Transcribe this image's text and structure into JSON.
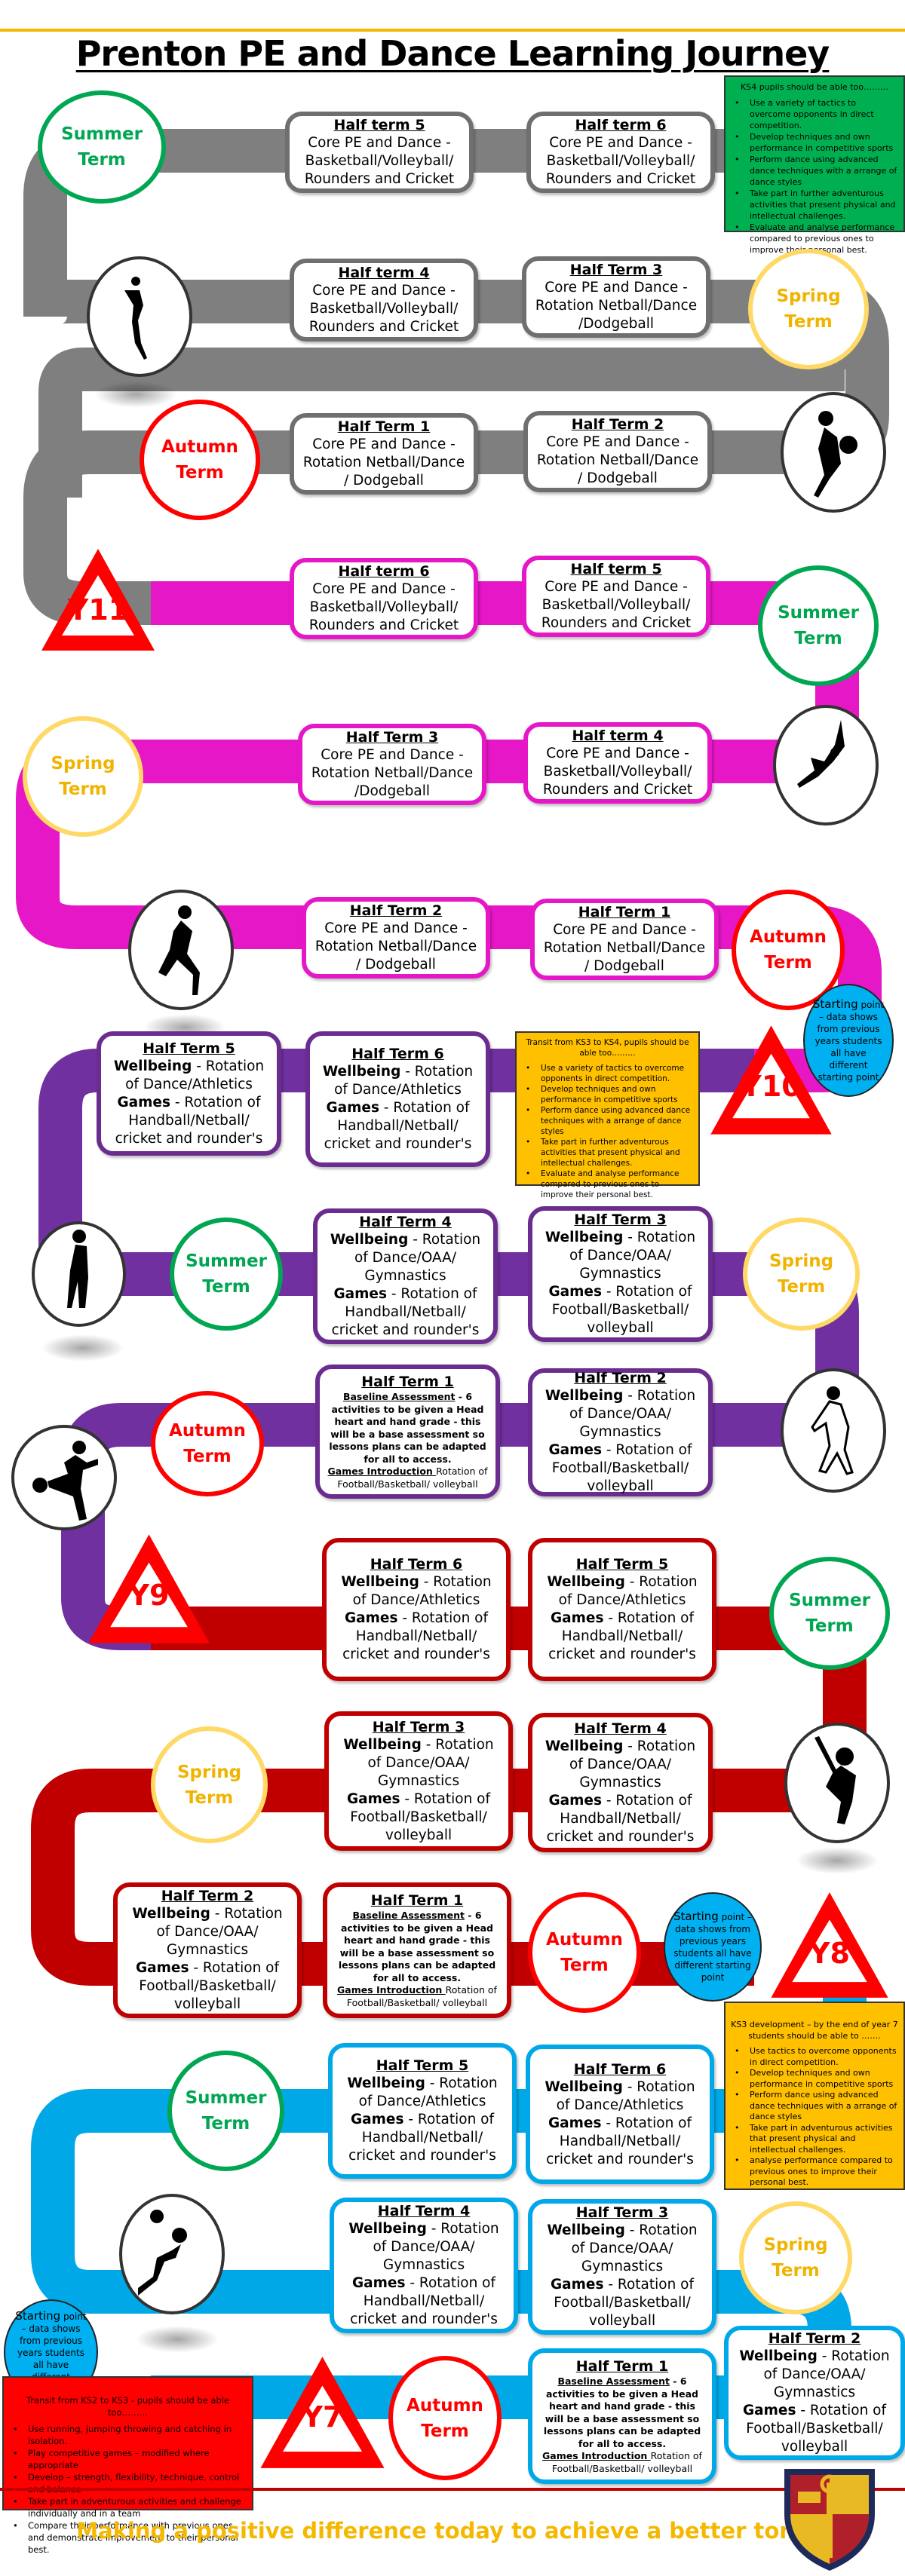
{
  "title": "Prenton PE and Dance Learning Journey",
  "motto": "Making a positive difference today to achieve a better tomorrow",
  "colors": {
    "accent_gold": "#f5b800",
    "y11_road": "#808080",
    "y10_upper_road": "#e617c6",
    "y10_lower_road": "#7030a0",
    "y9_road": "#6b2c8f",
    "y8_road": "#c00000",
    "y7_road": "#00a8e8",
    "summer": "#00a651",
    "spring": "#f0b400",
    "autumn": "#ff0000"
  },
  "terms": {
    "summer": "Summer Term",
    "spring": "Spring Term",
    "autumn": "Autumn Term"
  },
  "years": {
    "y11": "Y11",
    "y10": "Y10",
    "y9": "Y9",
    "y8": "Y8",
    "y7": "Y7"
  },
  "starting_point": {
    "lead": "Starting",
    "text": "point – data shows from previous years students all have different starting point"
  },
  "ks4_note": {
    "heading": "KS4 pupils should be able too………",
    "items": [
      "Use a variety of tactics to overcome opponents in direct competition.",
      "Develop techniques and own performance in competitive sports",
      "Perform dance using advanced dance techniques with a arrange of dance styles",
      "Take part in further adventurous activities that present physical and intellectual challenges.",
      "Evaluate and analyse performance compared to previous ones to improve their personal best."
    ]
  },
  "ks3_ks4_note": {
    "heading": "Transit from KS3 to KS4, pupils should be able too………",
    "items": [
      "Use a variety of tactics to overcome opponents in direct competition.",
      "Develop techniques and own performance in competitive sports",
      "Perform dance using advanced dance techniques with a arrange of dance styles",
      "Take part in further adventurous activities that present physical and intellectual challenges.",
      "Evaluate and analyse performance compared to previous ones to improve their personal best."
    ]
  },
  "ks3_note": {
    "heading": "KS3 development – by the end of year 7 students should be able to …….",
    "items": [
      "Use tactics to overcome opponents in direct competition.",
      "Develop techniques and own performance in competitive sports",
      "Perform dance using advanced dance techniques with a arrange of dance styles",
      "Take part in adventurous activities that present physical and intellectual challenges.",
      " analyse performance compared to previous ones to improve their personal best."
    ]
  },
  "ks2_ks3_note": {
    "heading": "Transit from KS2 to KS3 -  pupils should be able too………",
    "items": [
      "Use running, jumping throwing and catching in isolation.",
      "Play competitive games – modified where appropriate",
      "Develop – strength, flexibility, technique, control and balance",
      "Take part in adventurous activities and challenge individually and in a team",
      "Compare their performance with previous ones and demonstrate improvement to their personal best."
    ]
  },
  "core": {
    "prefix": "Core PE and Dance -",
    "summer_text": "Basketball/Volleyball/ Rounders and Cricket",
    "spring_text": "Rotation Netball/Dance /Dodgeball",
    "autumn_text": "Rotation Netball/Dance / Dodgeball"
  },
  "ks3": {
    "wellbeing": "Wellbeing",
    "games": "Games",
    "summer_wellbeing": "- Rotation of Dance/Athletics",
    "summer_games": "- Rotation of Handball/Netball/ cricket and rounder's",
    "spring_wellbeing": "- Rotation of Dance/OAA/ Gymnastics",
    "spring_games_a": "- Rotation of Football/Basketball/ volleyball",
    "spring_games_b": "- Rotation of Handball/Netball/ cricket and rounder's",
    "baseline_label": "Baseline Assessment",
    "baseline_text": " - 6 activities to be given a Head heart and hand grade - this will be a base assessment so lessons plans can be adapted for all to access.",
    "games_intro_label": "Games Introduction ",
    "games_intro_text": "Rotation of Football/Basketball/ volleyball"
  },
  "labels": {
    "ht5a": "Half term 5",
    "ht6a": "Half term 6",
    "ht4a": "Half term 4",
    "ht3a": "Half Term 3",
    "ht1a": "Half Term 1",
    "ht2a": "Half Term 2",
    "ht6b": "Half term 6",
    "ht5b": "Half term 5",
    "ht3b": "Half Term 3",
    "ht4b": "Half term 4",
    "ht2b": "Half Term 2",
    "ht1b": "Half Term 1",
    "ht5": "Half Term 5",
    "ht6": "Half Term 6",
    "ht4": "Half Term 4",
    "ht3": "Half Term 3",
    "ht2": "Half Term 2",
    "ht1": "Half Term 1"
  }
}
